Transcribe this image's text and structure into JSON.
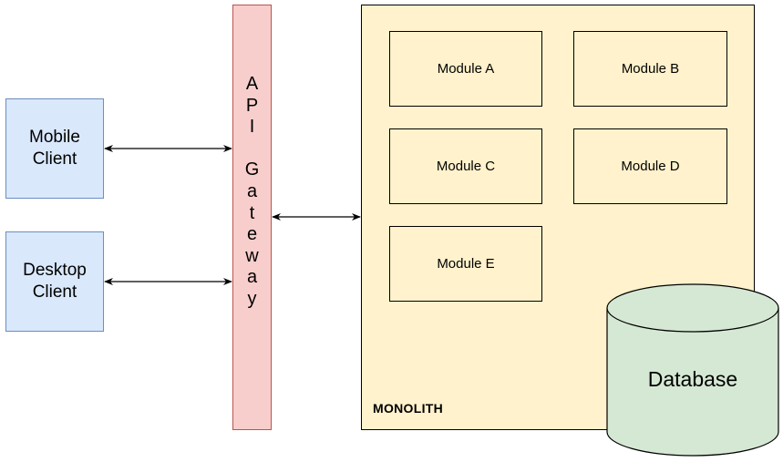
{
  "clients": [
    {
      "label": "Mobile\nClient"
    },
    {
      "label": "Desktop\nClient"
    }
  ],
  "gateway": {
    "label": "API Gateway",
    "letters": [
      "A",
      "P",
      "I",
      " ",
      "G",
      "a",
      "t",
      "e",
      "w",
      "a",
      "y"
    ]
  },
  "monolith": {
    "label": "MONOLITH",
    "modules": [
      {
        "label": "Module A"
      },
      {
        "label": "Module B"
      },
      {
        "label": "Module C"
      },
      {
        "label": "Module D"
      },
      {
        "label": "Module E"
      }
    ]
  },
  "database": {
    "label": "Database"
  },
  "colors": {
    "client_fill": "#dae8fc",
    "client_stroke": "#6c8ebf",
    "gateway_fill": "#f8cecc",
    "gateway_stroke": "#b85450",
    "monolith_fill": "#fff2cc",
    "database_fill": "#d5e8d4",
    "database_stroke": "#000000"
  }
}
